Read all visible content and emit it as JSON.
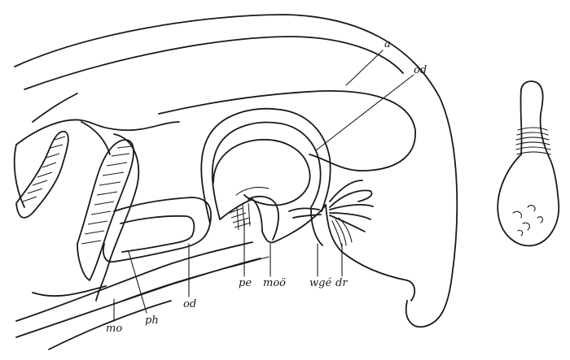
{
  "figure": {
    "labels": {
      "a": "a",
      "od_top": "od",
      "od_bottom": "od",
      "pe": "pe",
      "moo": "moö",
      "wge": "wgé",
      "dr": "dr",
      "ph": "ph",
      "mo": "mo"
    }
  }
}
